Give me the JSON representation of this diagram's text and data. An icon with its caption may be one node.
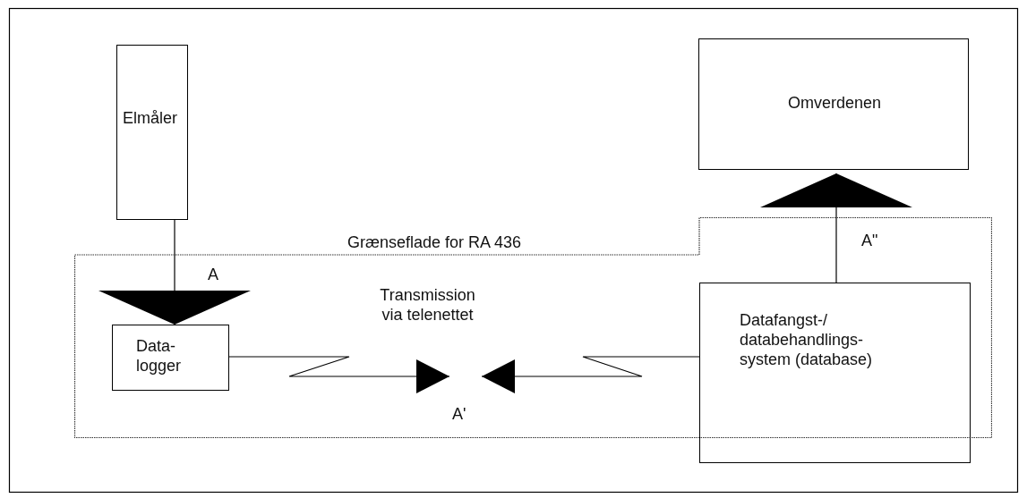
{
  "diagram": {
    "nodes": [
      {
        "text": [
          "Elmåler"
        ]
      },
      {
        "text": [
          "Omverdenen"
        ]
      },
      {
        "text": [
          "Grænseflade for RA 436"
        ]
      },
      {
        "text": [
          "Data-logger"
        ],
        "in": 2
      },
      {
        "text": [
          "Datafangst-/ databehandlings- system (database)"
        ]
      }
    ],
    "edges": [
      {
        "from": 0,
        "to": 3,
        "arrow": "to",
        "label": "A"
      },
      {
        "from": 4,
        "to": 1,
        "arrow": "to",
        "label": "A\""
      },
      {
        "from": 3,
        "to": null,
        "arrow": "to"
      },
      {
        "from": 4,
        "to": null,
        "arrow": "to"
      }
    ],
    "labels": [
      "Transmission via telenettet",
      "A'"
    ]
  }
}
